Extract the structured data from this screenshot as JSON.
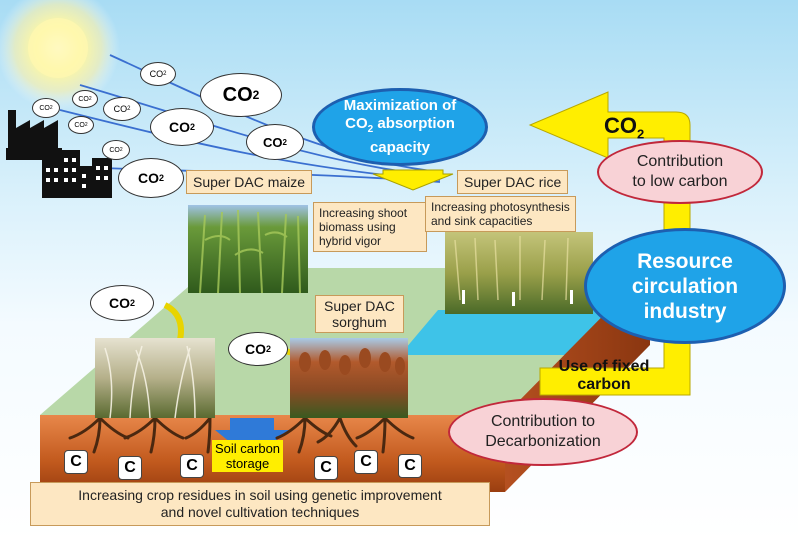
{
  "clouds": {
    "co2_text": "CO",
    "co2_sub": "2"
  },
  "ellipses": {
    "maximization_line1": "Maximization of",
    "maximization_line2_a": "CO",
    "maximization_line2_sub": "2",
    "maximization_line2_b": " absorption",
    "maximization_line3": "capacity",
    "resource_line1": "Resource",
    "resource_line2": "circulation",
    "resource_line3": "industry",
    "low_carbon_line1": "Contribution",
    "low_carbon_line2": "to low carbon",
    "decarb_line1": "Contribution to",
    "decarb_line2": "Decarbonization"
  },
  "arrow_labels": {
    "co2_a": "CO",
    "co2_sub": "2",
    "fixed_carbon_line1": "Use of fixed",
    "fixed_carbon_line2": "carbon"
  },
  "crops": {
    "maize": "Super DAC maize",
    "rice": "Super DAC rice",
    "sorghum_line1": "Super DAC",
    "sorghum_line2": "sorghum"
  },
  "notes": {
    "maize_note": "Increasing shoot biomass using hybrid vigor",
    "rice_note_line1": "Increasing  photosynthesis",
    "rice_note_line2": "and sink capacities"
  },
  "soil": {
    "storage_line1": "Soil carbon",
    "storage_line2": "storage",
    "carbon_symbol": "C",
    "bottom_line1": "Increasing crop residues in soil using genetic improvement",
    "bottom_line2": "and novel cultivation techniques"
  },
  "colors": {
    "blue_ellipse": "#1fa3e8",
    "yellow_arrow": "#ffee00",
    "soil": "#c05a20",
    "field": "#b8d8a8"
  }
}
